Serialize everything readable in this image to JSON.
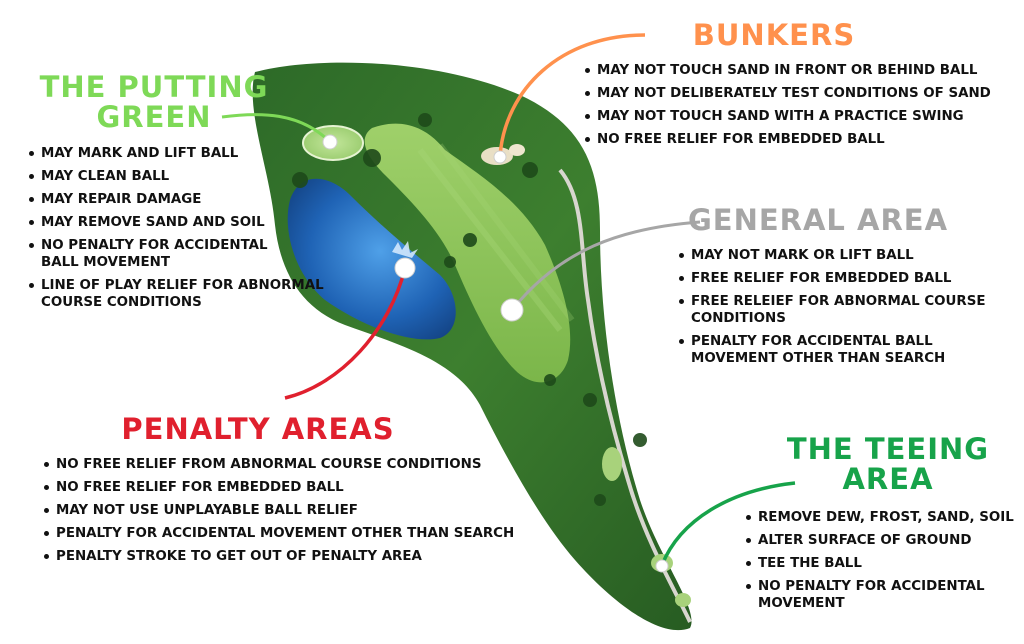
{
  "colors": {
    "putting_green": "#7ed957",
    "bunkers": "#ff914d",
    "general_area": "#a6a6a6",
    "penalty_areas": "#e0202e",
    "teeing_area": "#17a34a",
    "rough": "#2f6b2a",
    "fairway": "#8cc25a",
    "water": "#1f63b5"
  },
  "sections": {
    "putting_green": {
      "title_line1": "THE PUTTING",
      "title_line2": "GREEN",
      "rules": [
        "MAY MARK AND LIFT BALL",
        "MAY CLEAN BALL",
        "MAY REPAIR DAMAGE",
        "MAY REMOVE SAND AND SOIL",
        [
          "NO PENALTY FOR ACCIDENTAL",
          "BALL MOVEMENT"
        ],
        [
          "LINE OF PLAY RELIEF FOR ABNORMAL",
          "COURSE CONDITIONS"
        ]
      ]
    },
    "bunkers": {
      "title": "BUNKERS",
      "rules": [
        "MAY NOT TOUCH SAND IN FRONT OR BEHIND BALL",
        "MAY NOT DELIBERATELY TEST CONDITIONS OF SAND",
        "MAY NOT TOUCH SAND WITH A PRACTICE SWING",
        "NO FREE RELIEF FOR EMBEDDED BALL"
      ]
    },
    "general_area": {
      "title": "GENERAL AREA",
      "rules": [
        "MAY NOT MARK OR LIFT BALL",
        "FREE RELIEF FOR EMBEDDED BALL",
        [
          "FREE RELEIEF FOR ABNORMAL COURSE",
          "CONDITIONS"
        ],
        [
          "PENALTY FOR ACCIDENTAL BALL",
          "MOVEMENT OTHER THAN SEARCH"
        ]
      ]
    },
    "penalty_areas": {
      "title": "PENALTY AREAS",
      "rules": [
        "NO FREE RELIEF FROM ABNORMAL COURSE CONDITIONS",
        "NO FREE RELIEF FOR EMBEDDED BALL",
        "MAY NOT USE UNPLAYABLE BALL RELIEF",
        "PENALTY FOR ACCIDENTAL MOVEMENT OTHER THAN SEARCH",
        "PENALTY STROKE TO GET OUT OF PENALTY AREA"
      ]
    },
    "teeing_area": {
      "title_line1": "THE TEEING",
      "title_line2": "AREA",
      "rules": [
        "REMOVE DEW, FROST, SAND, SOIL",
        "ALTER SURFACE OF GROUND",
        "TEE THE BALL",
        [
          "NO PENALTY FOR ACCIDENTAL",
          "MOVEMENT"
        ]
      ]
    }
  }
}
